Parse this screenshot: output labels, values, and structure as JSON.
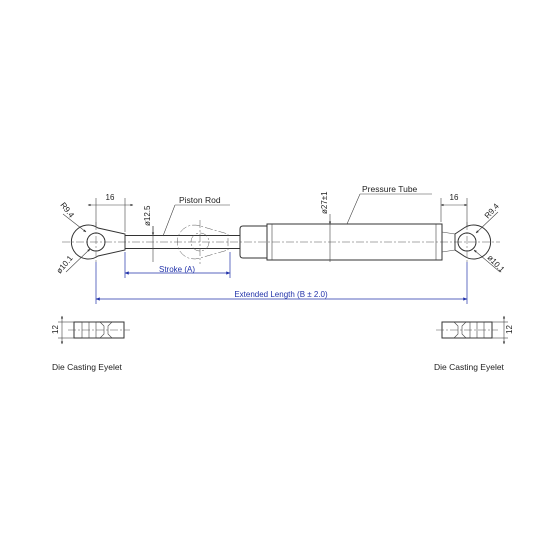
{
  "labels": {
    "piston_rod": "Piston Rod",
    "pressure_tube": "Pressure Tube",
    "stroke": "Stroke (A)",
    "extended_length": "Extended Length (B ± 2.0)",
    "eyelet_left": "Die Casting Eyelet",
    "eyelet_right": "Die Casting Eyelet"
  },
  "dimensions": {
    "left_width": "16",
    "right_width": "16",
    "left_radius": "R9.4",
    "right_radius": "R9.4",
    "left_hole": "ø10.1",
    "right_hole": "ø10.1",
    "rod_diameter": "ø12.5",
    "tube_diameter": "ø27±1",
    "eyelet_left_thickness": "12",
    "eyelet_right_thickness": "12"
  },
  "colors": {
    "outline": "#333333",
    "dimension": "#2233aa"
  }
}
